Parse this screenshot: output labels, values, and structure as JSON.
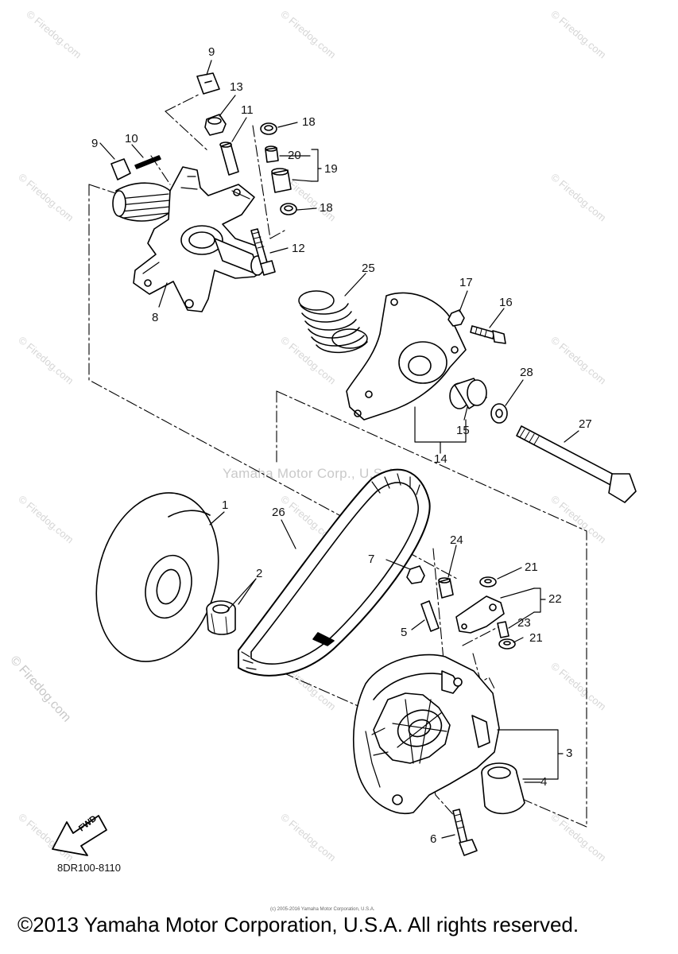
{
  "diagram": {
    "code": "8DR100-8110",
    "direction_label": "FWD",
    "callouts": [
      {
        "id": "c9a",
        "text": "9"
      },
      {
        "id": "c13",
        "text": "13"
      },
      {
        "id": "c11",
        "text": "11"
      },
      {
        "id": "c18a",
        "text": "18"
      },
      {
        "id": "c9b",
        "text": "9"
      },
      {
        "id": "c10",
        "text": "10"
      },
      {
        "id": "c20",
        "text": "20"
      },
      {
        "id": "c19",
        "text": "19"
      },
      {
        "id": "c18b",
        "text": "18"
      },
      {
        "id": "c12",
        "text": "12"
      },
      {
        "id": "c8",
        "text": "8"
      },
      {
        "id": "c25",
        "text": "25"
      },
      {
        "id": "c17",
        "text": "17"
      },
      {
        "id": "c16",
        "text": "16"
      },
      {
        "id": "c28",
        "text": "28"
      },
      {
        "id": "c15",
        "text": "15"
      },
      {
        "id": "c27",
        "text": "27"
      },
      {
        "id": "c14",
        "text": "14"
      },
      {
        "id": "c1",
        "text": "1"
      },
      {
        "id": "c26",
        "text": "26"
      },
      {
        "id": "c2",
        "text": "2"
      },
      {
        "id": "c7",
        "text": "7"
      },
      {
        "id": "c24",
        "text": "24"
      },
      {
        "id": "c21a",
        "text": "21"
      },
      {
        "id": "c22",
        "text": "22"
      },
      {
        "id": "c23",
        "text": "23"
      },
      {
        "id": "c5",
        "text": "5"
      },
      {
        "id": "c21b",
        "text": "21"
      },
      {
        "id": "c3",
        "text": "3"
      },
      {
        "id": "c4",
        "text": "4"
      },
      {
        "id": "c6",
        "text": "6"
      }
    ]
  },
  "watermarks": {
    "site": "© Firedog.com",
    "center": "Yamaha Motor Corp., U.S.A.",
    "fine_print": "(c) 2005-2016 Yamaha Motor Corporation, U.S.A."
  },
  "footer": {
    "copyright": "©2013 Yamaha Motor Corporation, U.S.A. All rights reserved."
  }
}
